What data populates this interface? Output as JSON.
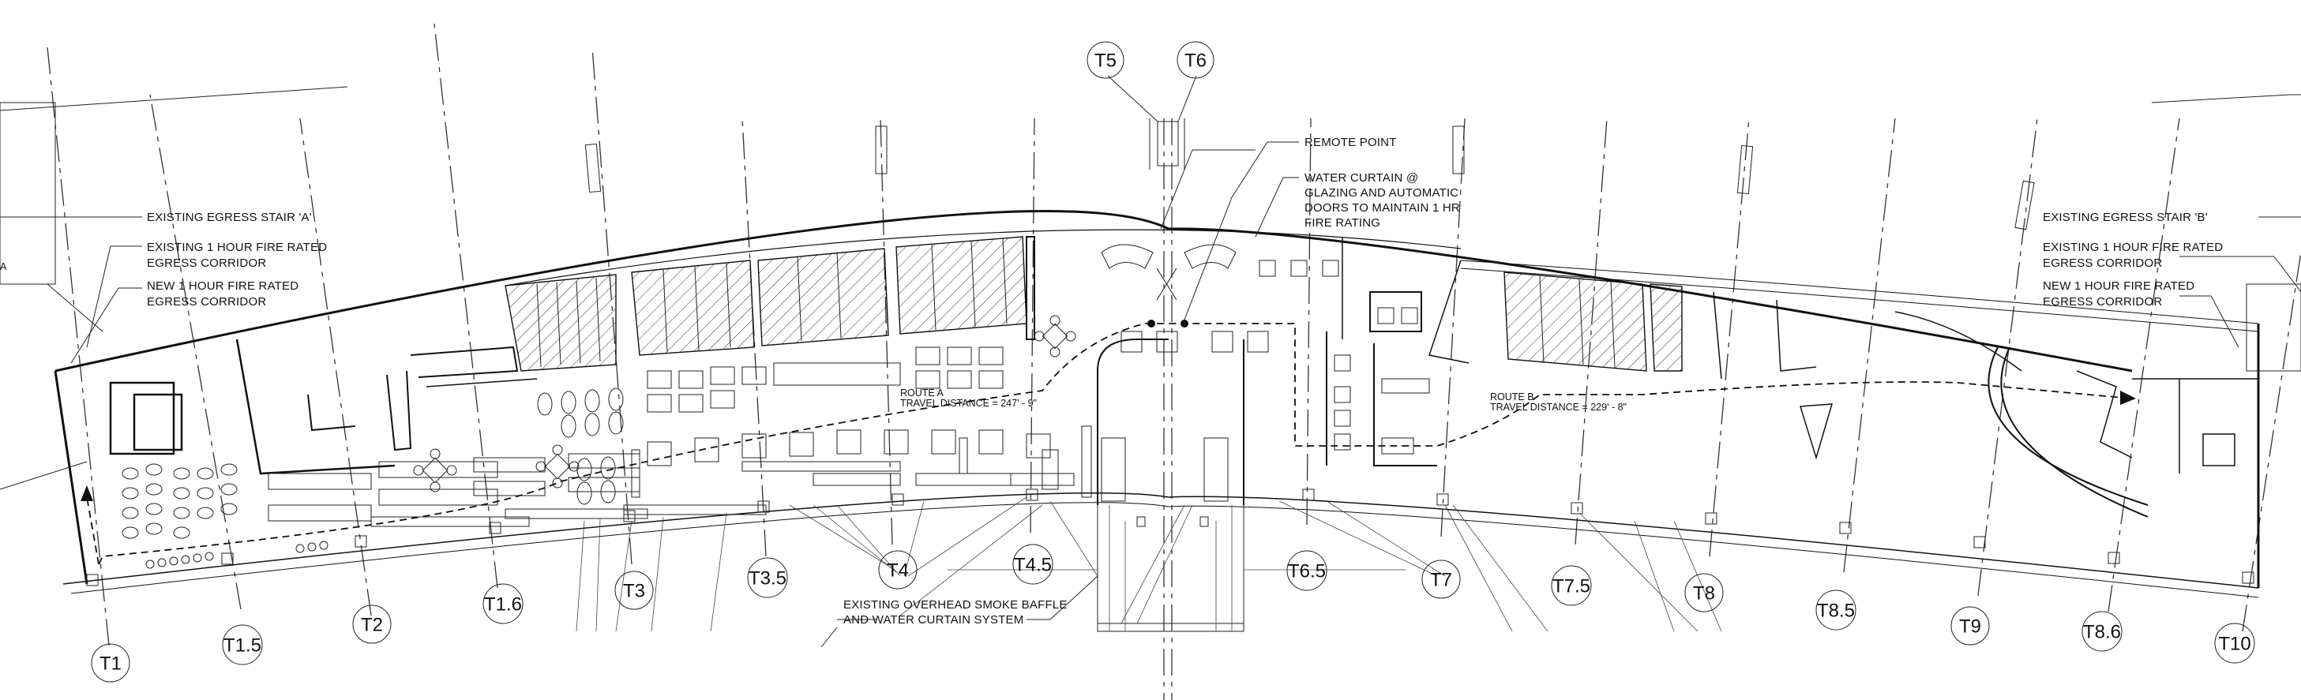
{
  "drawing": {
    "grid_labels": [
      "T1",
      "T1.5",
      "T2",
      "T1.6",
      "T3",
      "T3.5",
      "T4",
      "T4.5",
      "T5",
      "T6",
      "T6.5",
      "T7",
      "T7.5",
      "T8",
      "T8.5",
      "T9",
      "T8.6",
      "T10"
    ],
    "notes": {
      "stair_a": "EXISTING EGRESS STAIR 'A'",
      "corridor_existing_left_1": "EXISTING 1 HOUR FIRE RATED",
      "corridor_existing_left_2": "EGRESS CORRIDOR",
      "corridor_new_left_1": "NEW 1 HOUR FIRE RATED",
      "corridor_new_left_2": "EGRESS CORRIDOR",
      "remote_point": "REMOTE POINT",
      "water_curtain_1": "WATER CURTAIN @",
      "water_curtain_2": "GLAZING AND AUTOMATIC",
      "water_curtain_3": "DOORS TO MAINTAIN 1 HR",
      "water_curtain_4": "FIRE RATING",
      "stair_b": "EXISTING EGRESS STAIR 'B'",
      "corridor_existing_right_1": "EXISTING 1 HOUR FIRE RATED",
      "corridor_existing_right_2": "EGRESS CORRIDOR",
      "corridor_new_right_1": "NEW 1 HOUR FIRE RATED",
      "corridor_new_right_2": "EGRESS CORRIDOR",
      "smoke_baffle_1": "EXISTING OVERHEAD SMOKE BAFFLE",
      "smoke_baffle_2": "AND WATER CURTAIN SYSTEM",
      "route_a_1": "ROUTE A",
      "route_a_2": "TRAVEL DISTANCE = 247' - 9\"",
      "route_b_1": "ROUTE B",
      "route_b_2": "TRAVEL DISTANCE = 229' - 8\"",
      "edge_fragment": "A"
    }
  }
}
